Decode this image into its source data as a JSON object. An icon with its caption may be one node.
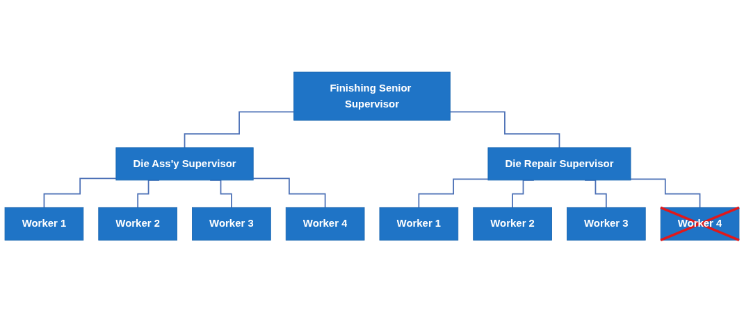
{
  "diagram": {
    "nodes": [
      {
        "text": [
          "Finishing Senior Supervisor"
        ]
      },
      {
        "text": [
          "Die Ass'y Supervisor"
        ]
      },
      {
        "text": [
          "Die Repair Supervisor"
        ]
      },
      {
        "text": [
          "Worker 1"
        ]
      },
      {
        "text": [
          "Worker 2"
        ]
      },
      {
        "text": [
          "Worker 3"
        ]
      },
      {
        "text": [
          "Worker 4"
        ]
      },
      {
        "text": [
          "Worker 1"
        ]
      },
      {
        "text": [
          "Worker 2"
        ]
      },
      {
        "text": [
          "Worker 3"
        ]
      },
      {
        "text": [
          "Worker 4"
        ]
      }
    ],
    "edges": [
      {
        "from": 0,
        "to": 1,
        "arrow": "none"
      },
      {
        "from": 0,
        "to": 2,
        "arrow": "none"
      },
      {
        "from": 1,
        "to": 3,
        "arrow": "none"
      },
      {
        "from": 1,
        "to": 4,
        "arrow": "none"
      },
      {
        "from": 1,
        "to": 5,
        "arrow": "none"
      },
      {
        "from": 1,
        "to": 6,
        "arrow": "none"
      },
      {
        "from": 2,
        "to": 7,
        "arrow": "none"
      },
      {
        "from": 2,
        "to": 8,
        "arrow": "none"
      },
      {
        "from": 2,
        "to": 9,
        "arrow": "none"
      },
      {
        "from": 2,
        "to": 10,
        "arrow": "none"
      }
    ]
  }
}
